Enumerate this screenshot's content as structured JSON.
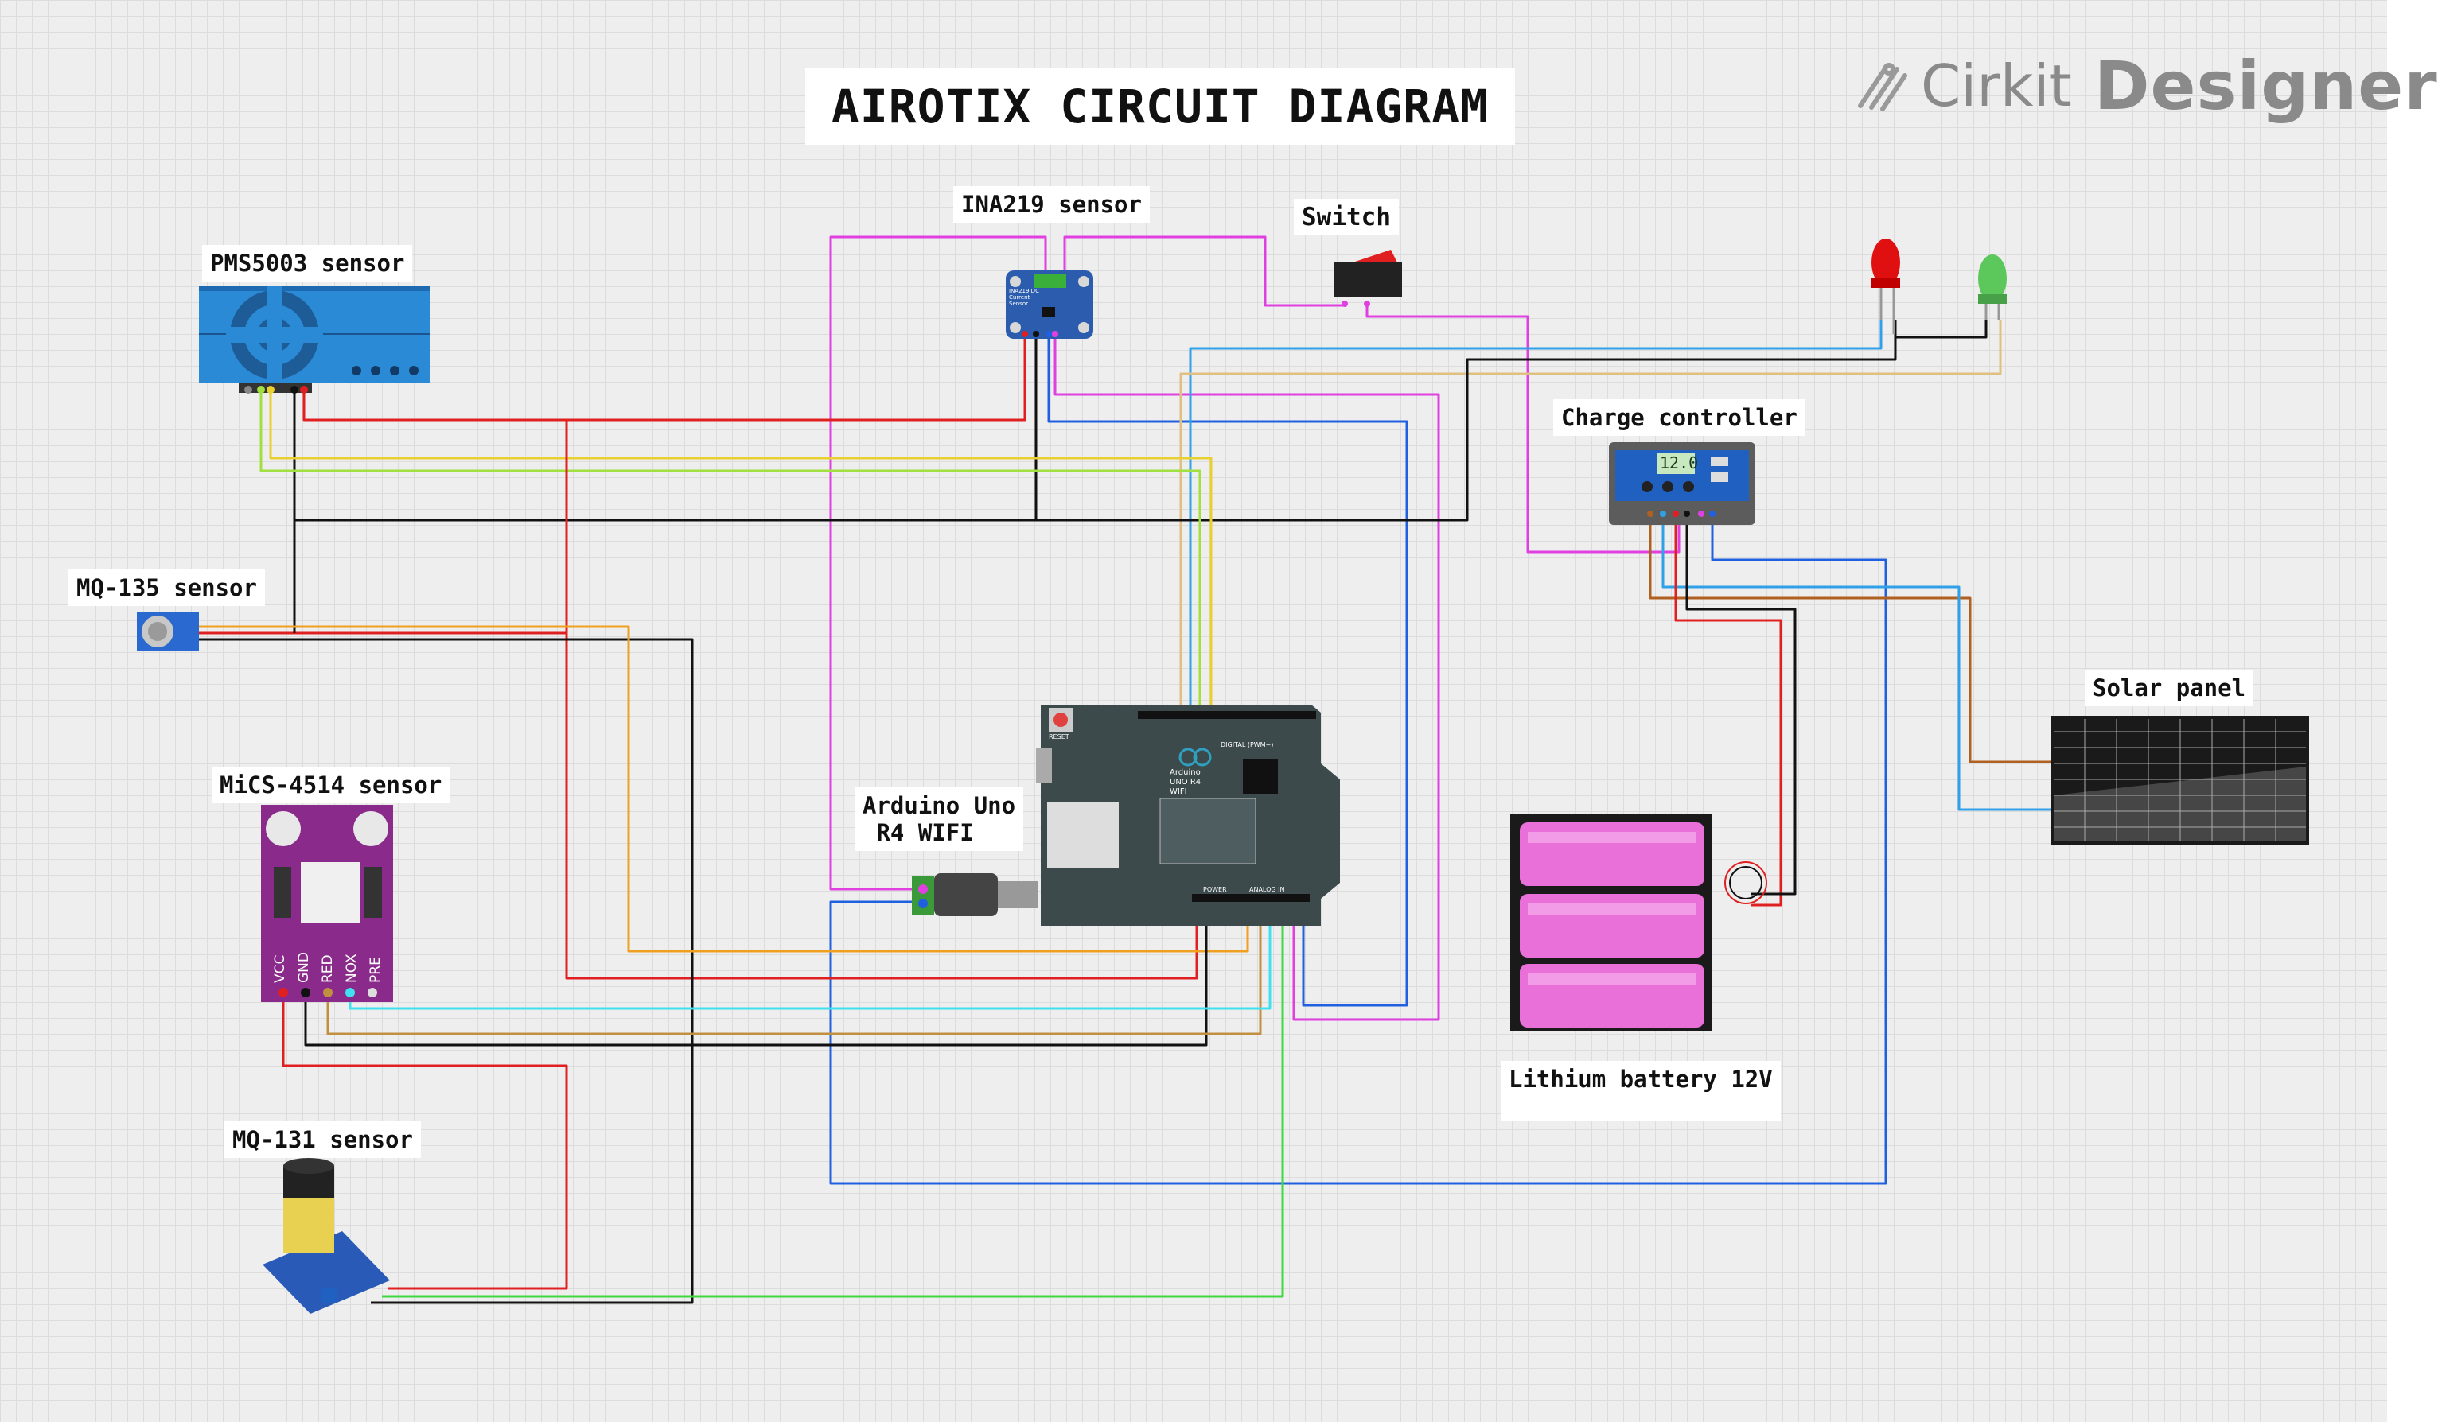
{
  "title": "AIROTIX CIRCUIT DIAGRAM",
  "logo": {
    "word1": "Cirkit",
    "word2": "Designer",
    "icon": "cirkit-logo-icon"
  },
  "components": {
    "pms5003": {
      "label": "PMS5003 sensor"
    },
    "ina219": {
      "label": "INA219 sensor",
      "board_text": "INA219 DC Current Sensor"
    },
    "switch": {
      "label": "Switch"
    },
    "charge_controller": {
      "label": "Charge controller",
      "lcd": "12.0"
    },
    "mq135": {
      "label": "MQ-135 sensor"
    },
    "mics4514": {
      "label": "MiCS-4514 sensor",
      "pins": [
        "VCC",
        "GND",
        "RED",
        "NOX",
        "PRE"
      ]
    },
    "arduino": {
      "label": "Arduino Uno\n R4 WIFI",
      "board_lines": [
        "Arduino",
        "UNO R4",
        "WIFI"
      ],
      "reset": "RESET",
      "digital": "DIGITAL (PWM~)",
      "analog": "ANALOG IN",
      "power": "POWER"
    },
    "solar_panel": {
      "label": "Solar panel"
    },
    "battery": {
      "label": "Lithium battery 12V"
    },
    "mq131": {
      "label": "MQ-131 sensor"
    },
    "led_red": {
      "color": "#e01010"
    },
    "led_green": {
      "color": "#5cc85c"
    }
  },
  "wire_colors": {
    "red": "#e02020",
    "black": "#111111",
    "orange": "#f0a020",
    "yellow": "#e8d030",
    "lime": "#a0e040",
    "green": "#40d840",
    "blue": "#2060e0",
    "lightblue": "#30a0e8",
    "cyan": "#40e0f0",
    "magenta": "#e040e0",
    "brown": "#b06020",
    "olive": "#c09040",
    "tan": "#e0c080"
  }
}
